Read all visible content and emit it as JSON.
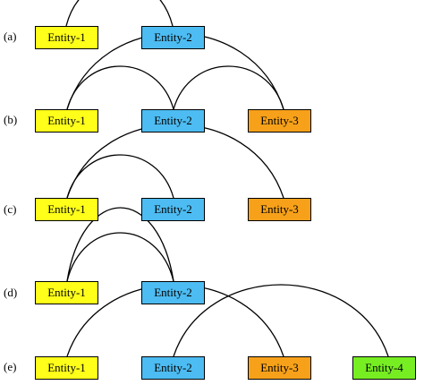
{
  "colors": {
    "Entity-1": "#ffff1a",
    "Entity-2": "#4dbcf2",
    "Entity-3": "#f7a11a",
    "Entity-4": "#77ee22",
    "arc": "#000000",
    "border": "#000000"
  },
  "panels": [
    {
      "label": "(a)",
      "entities": [
        "Entity-1",
        "Entity-2"
      ],
      "arcs": [
        [
          0,
          1
        ]
      ]
    },
    {
      "label": "(b)",
      "entities": [
        "Entity-1",
        "Entity-2",
        "Entity-3"
      ],
      "arcs": [
        [
          0,
          2
        ],
        [
          0,
          1
        ],
        [
          1,
          2
        ]
      ]
    },
    {
      "label": "(c)",
      "entities": [
        "Entity-1",
        "Entity-2",
        "Entity-3"
      ],
      "arcs": [
        [
          0,
          2
        ],
        [
          0,
          1
        ]
      ]
    },
    {
      "label": "(d)",
      "entities": [
        "Entity-1",
        "Entity-2"
      ],
      "arcs": [
        [
          0,
          1
        ],
        [
          0,
          1
        ]
      ]
    },
    {
      "label": "(e)",
      "entities": [
        "Entity-1",
        "Entity-2",
        "Entity-3",
        "Entity-4"
      ],
      "arcs": [
        [
          0,
          2
        ],
        [
          1,
          3
        ]
      ]
    }
  ]
}
